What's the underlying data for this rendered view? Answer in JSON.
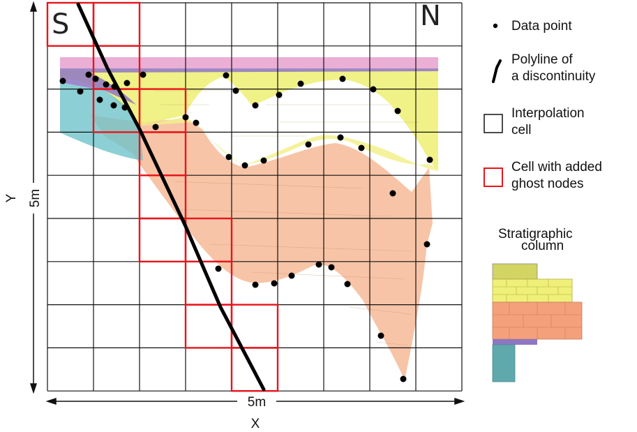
{
  "compass": {
    "south": "S",
    "north": "N"
  },
  "axes": {
    "x_label": "X",
    "x_length": "5m",
    "y_label": "Y",
    "y_length": "5m"
  },
  "legend": {
    "data_point": "Data point",
    "polyline_line1": "Polyline of",
    "polyline_line2": "a discontinuity",
    "cell_line1": "Interpolation",
    "cell_line2": "cell",
    "ghost_line1": "Cell with added",
    "ghost_line2": "ghost nodes"
  },
  "column": {
    "title_line1": "Stratigraphic",
    "title_line2": "column"
  },
  "colors": {
    "ghost_cell": "#e8141c",
    "grid": "#111111",
    "pink_layer": "#e9a5cf",
    "purple_layer": "#8e76c4",
    "yellow_layer": "#eef07a",
    "orange_layer": "#f4b08a",
    "teal_layer": "#6fc3c9",
    "olive_layer": "#d2d464"
  },
  "grid": {
    "columns": 9,
    "rows": 9
  },
  "ghost_cells": [
    [
      0,
      0
    ],
    [
      1,
      0
    ],
    [
      1,
      1
    ],
    [
      1,
      2
    ],
    [
      2,
      2
    ],
    [
      2,
      3
    ],
    [
      2,
      4
    ],
    [
      2,
      5
    ],
    [
      3,
      5
    ],
    [
      3,
      6
    ],
    [
      3,
      7
    ],
    [
      4,
      7
    ],
    [
      4,
      8
    ]
  ]
}
